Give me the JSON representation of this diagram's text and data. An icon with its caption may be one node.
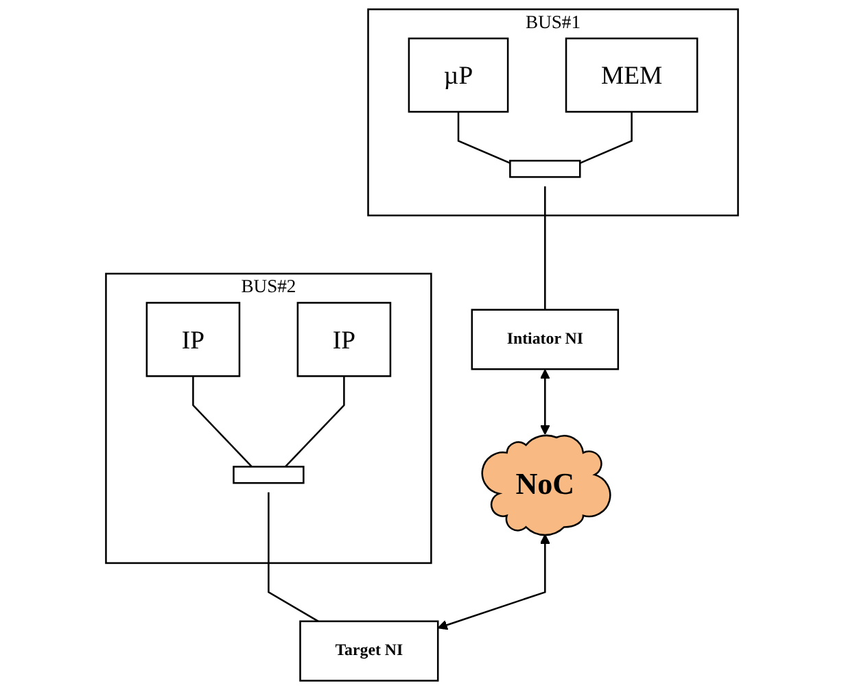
{
  "diagram": {
    "nodes": [
      {
        "text": [
          "BUS#1"
        ]
      },
      {
        "text": [
          "µP"
        ],
        "in": 0
      },
      {
        "text": [
          "MEM"
        ],
        "in": 0
      },
      {
        "text": [],
        "shape": "bar",
        "in": 0
      },
      {
        "text": [
          "BUS#2"
        ]
      },
      {
        "text": [
          "IP"
        ],
        "in": 4
      },
      {
        "text": [
          "IP"
        ],
        "in": 4
      },
      {
        "text": [],
        "shape": "bar",
        "in": 4
      },
      {
        "text": [
          "Intiator NI"
        ]
      },
      {
        "text": [
          "NoC"
        ]
      },
      {
        "text": [
          "Target NI"
        ]
      }
    ],
    "edges": [
      {
        "from": 1,
        "to": 3,
        "arrow": "none"
      },
      {
        "from": 2,
        "to": 3,
        "arrow": "none"
      },
      {
        "from": 3,
        "to": 8,
        "arrow": "none"
      },
      {
        "from": 5,
        "to": 7,
        "arrow": "none"
      },
      {
        "from": 6,
        "to": 7,
        "arrow": "none"
      },
      {
        "from": 7,
        "to": 10,
        "arrow": "none"
      },
      {
        "from": 8,
        "to": 9,
        "arrow": "both"
      },
      {
        "from": 9,
        "to": 10,
        "arrow": "both"
      }
    ]
  }
}
